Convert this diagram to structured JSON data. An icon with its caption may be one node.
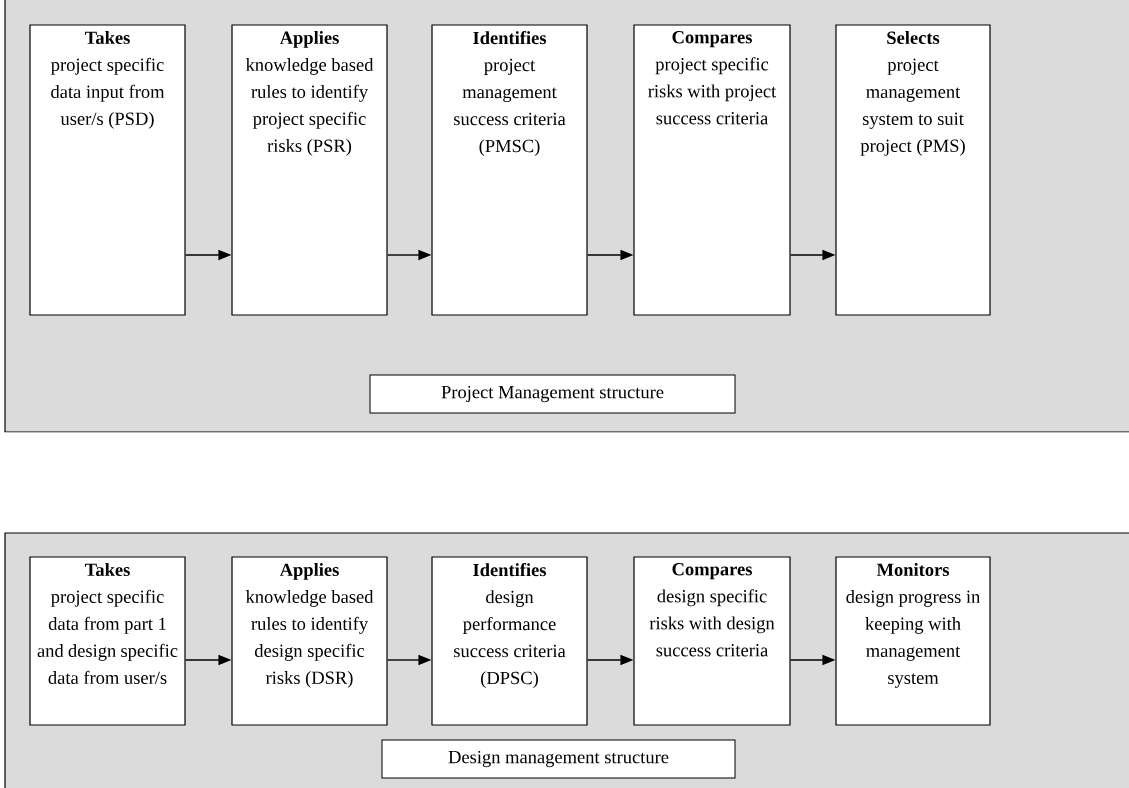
{
  "diagram": {
    "nodes": [
      {
        "text": [],
        "shape": "box"
      },
      {
        "text": [
          "Takes",
          "project specific data input from user/s (PSD)"
        ],
        "in": 0
      },
      {
        "text": [
          "Applies",
          "knowledge based rules to identify project specific risks (PSR)"
        ],
        "in": 0
      },
      {
        "text": [
          "Identifies",
          "project management success criteria (PMSC)"
        ],
        "in": 0
      },
      {
        "text": [
          "Compares",
          "project specific risks with project success criteria"
        ],
        "in": 0
      },
      {
        "text": [
          "Selects",
          "project management system to suit project (PMS)"
        ],
        "in": 0
      },
      {
        "text": [
          "Project Management structure"
        ],
        "in": 0
      },
      {
        "text": [],
        "shape": "box"
      },
      {
        "text": [
          "Takes",
          "project specific data from part 1 and design specific data from user/s"
        ],
        "in": 7
      },
      {
        "text": [
          "Applies",
          "knowledge based rules to identify design specific risks (DSR)"
        ],
        "in": 7
      },
      {
        "text": [
          "Identifies",
          "design performance success criteria (DPSC)"
        ],
        "in": 7
      },
      {
        "text": [
          "Compares",
          "design specific risks with design success criteria"
        ],
        "in": 7
      },
      {
        "text": [
          "Monitors",
          "design progress in keeping with management system"
        ],
        "in": 7
      },
      {
        "text": [
          "Design management structure"
        ],
        "in": 7
      }
    ],
    "edges": [
      {
        "from": 1,
        "to": 2,
        "arrow": "to"
      },
      {
        "from": 2,
        "to": 3,
        "arrow": "to"
      },
      {
        "from": 3,
        "to": 4,
        "arrow": "to"
      },
      {
        "from": 4,
        "to": 5,
        "arrow": "to"
      },
      {
        "from": 8,
        "to": 9,
        "arrow": "to"
      },
      {
        "from": 9,
        "to": 10,
        "arrow": "to"
      },
      {
        "from": 10,
        "to": 11,
        "arrow": "to"
      },
      {
        "from": 11,
        "to": 12,
        "arrow": "to"
      }
    ]
  }
}
